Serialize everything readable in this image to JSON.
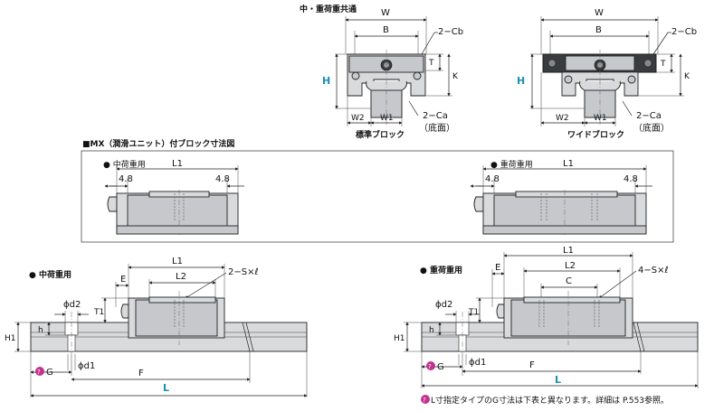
{
  "top": {
    "common_label": "中・重荷重共通",
    "standard": {
      "W": "W",
      "B": "B",
      "Cb": "2−Cb",
      "T": "T",
      "K": "K",
      "H": "H",
      "W2": "W2",
      "W1": "W1",
      "Ca": "2−Ca",
      "bottom_note": "（底面）",
      "caption": "標準ブロック"
    },
    "wide": {
      "W": "W",
      "B": "B",
      "Cb": "2−Cb",
      "T": "T",
      "K": "K",
      "H": "H",
      "W2": "W2",
      "W1": "W1",
      "Ca": "2−Ca",
      "bottom_note": "（底面）",
      "caption": "ワイドブロック"
    }
  },
  "mx": {
    "title": "■MX（潤滑ユニット）付ブロック寸法図",
    "medium": {
      "label": "● 中荷重用",
      "L1": "L1",
      "left": "4.8",
      "right": "4.8"
    },
    "heavy": {
      "label": "● 重荷重用",
      "L1": "L1",
      "left": "4.8",
      "right": "4.8"
    }
  },
  "bottom": {
    "medium": {
      "label": "● 中荷重用",
      "L1": "L1",
      "L2": "L2",
      "E": "E",
      "S": "2−S×ℓ",
      "phid2": "ϕd2",
      "T1": "T1",
      "h": "h",
      "H1": "H1",
      "G": "G",
      "phid1": "ϕd1",
      "F": "F",
      "L": "L"
    },
    "heavy": {
      "label": "● 重荷重用",
      "L1": "L1",
      "L2": "L2",
      "C": "C",
      "E": "E",
      "S": "4−S×ℓ",
      "phid2": "ϕd2",
      "T1": "T1",
      "h": "h",
      "H1": "H1",
      "G": "G",
      "phid1": "ϕd1",
      "F": "F",
      "L": "L"
    }
  },
  "footnote": "L寸指定タイプのG寸法は下表と異なります。詳細は P.553参照。",
  "colors": {
    "accent": "#1a8fb0",
    "badge": "#c2338f"
  }
}
